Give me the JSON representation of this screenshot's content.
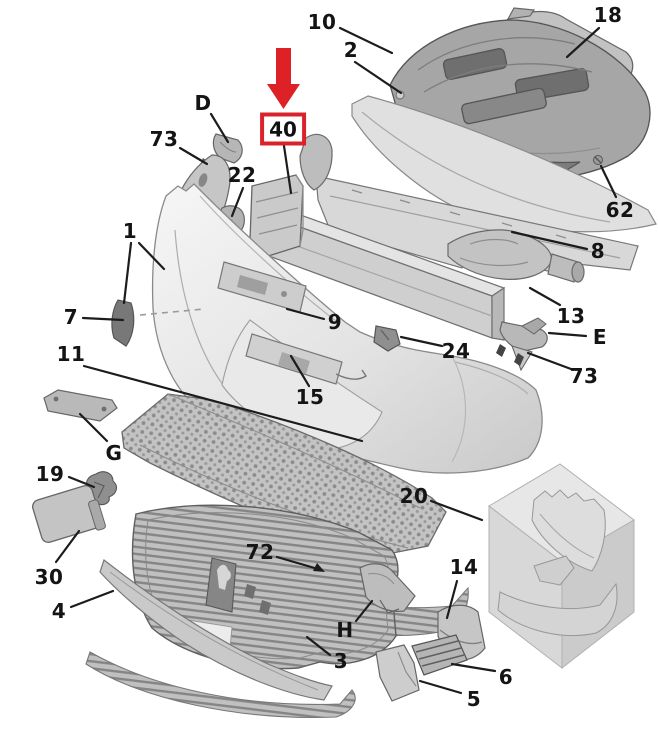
{
  "figure": {
    "type": "exploded-parts-diagram",
    "background": "#ffffff"
  },
  "colors": {
    "highlight_red": "#d8232a",
    "callout_line": "#1c1c1c",
    "part_fill_light": "#dcdcdc",
    "part_fill_dark": "#9a9a9a"
  },
  "highlight": {
    "label": "40",
    "marker": "red-down-arrow-and-red-box"
  },
  "callouts": {
    "c10": {
      "text": "10"
    },
    "c2": {
      "text": "2"
    },
    "c18": {
      "text": "18"
    },
    "cD": {
      "text": "D"
    },
    "c73a": {
      "text": "73"
    },
    "c40": {
      "text": "40"
    },
    "c22": {
      "text": "22"
    },
    "c62": {
      "text": "62"
    },
    "c1": {
      "text": "1"
    },
    "c8": {
      "text": "8"
    },
    "c7": {
      "text": "7"
    },
    "c13": {
      "text": "13"
    },
    "cE": {
      "text": "E"
    },
    "c24": {
      "text": "24"
    },
    "c73b": {
      "text": "73"
    },
    "c11": {
      "text": "11"
    },
    "c9": {
      "text": "9"
    },
    "c15": {
      "text": "15"
    },
    "cG": {
      "text": "G"
    },
    "c19": {
      "text": "19"
    },
    "c20": {
      "text": "20"
    },
    "c30": {
      "text": "30"
    },
    "c72": {
      "text": "72"
    },
    "c14": {
      "text": "14"
    },
    "c4": {
      "text": "4"
    },
    "cH": {
      "text": "H"
    },
    "c3": {
      "text": "3"
    },
    "c6": {
      "text": "6"
    },
    "c5": {
      "text": "5"
    }
  }
}
